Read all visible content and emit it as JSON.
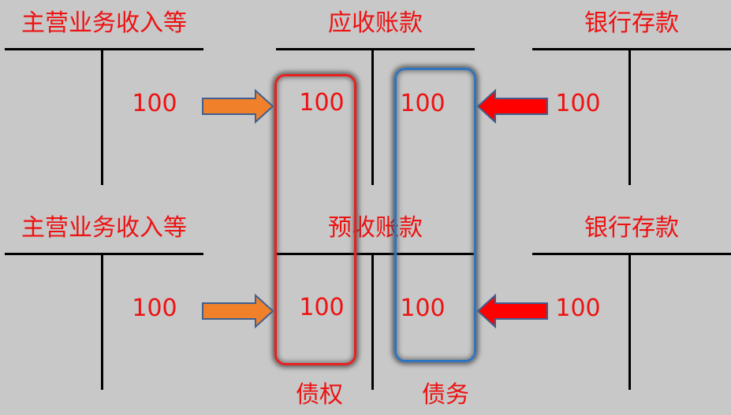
{
  "accounts": {
    "top_left": {
      "title": "主营业务收入等",
      "amount": "100"
    },
    "top_center": {
      "title": "应收账款",
      "left_amount": "100",
      "right_amount": "100"
    },
    "top_right": {
      "title": "银行存款",
      "amount": "100"
    },
    "bottom_left": {
      "title": "主营业务收入等",
      "amount": "100"
    },
    "bottom_center": {
      "title": "预收账款",
      "left_amount": "100",
      "right_amount": "100"
    },
    "bottom_right": {
      "title": "银行存款",
      "amount": "100"
    }
  },
  "labels": {
    "creditor_right": "债权",
    "debt": "债务"
  },
  "colors": {
    "background": "#c8c8c8",
    "text": "#ee1111",
    "orange_arrow": "#f0802a",
    "red_arrow": "#ff0000",
    "red_box": "#e82020",
    "blue_box": "#2f74c0"
  }
}
